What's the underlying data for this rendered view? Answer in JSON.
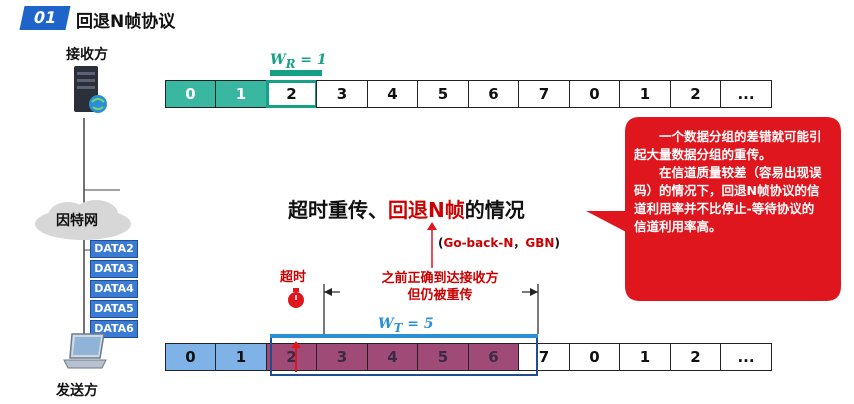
{
  "header": {
    "badge": "01",
    "title": "回退N帧协议"
  },
  "receiver": {
    "label": "接收方",
    "window_label": "W",
    "window_sub": "R",
    "window_eq": " = 1",
    "cells": [
      "0",
      "1",
      "2",
      "3",
      "4",
      "5",
      "6",
      "7",
      "0",
      "1",
      "2",
      "..."
    ]
  },
  "network": {
    "label": "因特网",
    "packets": [
      "DATA2",
      "DATA3",
      "DATA4",
      "DATA5",
      "DATA6"
    ]
  },
  "sender": {
    "label": "发送方",
    "window_label": "W",
    "window_sub": "T",
    "window_eq": " = 5",
    "cells": [
      "0",
      "1",
      "2",
      "3",
      "4",
      "5",
      "6",
      "7",
      "0",
      "1",
      "2",
      "..."
    ]
  },
  "main_title": {
    "part1": "超时重传、",
    "part2": "回退N帧",
    "part3": "的情况"
  },
  "paren_note": {
    "open": "(",
    "gbn": "Go-back-N",
    "sep": "，",
    "abbr": "GBN",
    "close": ")"
  },
  "timeout_label": "超时",
  "note_line1": "之前正确到达接收方",
  "note_line2": "但仍被重传",
  "callout": {
    "para1": "一个数据分组的差错就可能引起大量数据分组的重传。",
    "para2": "在信道质量较差（容易出现误码）的情况下，回退N帧协议的信道利用率并不比停止-等待协议的信道利用率高。"
  },
  "colors": {
    "accent": "#1f64c8",
    "received": "#3ab7a0",
    "sent": "#7fb3e8",
    "resend": "#a04a78",
    "red": "#e0161f"
  }
}
